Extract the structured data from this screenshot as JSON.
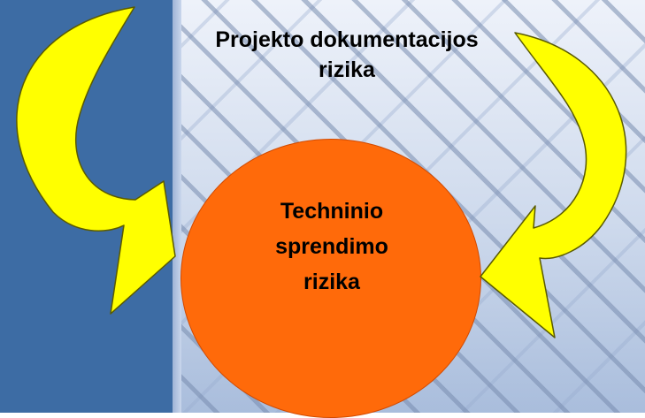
{
  "diagram": {
    "title_lines": [
      "Projekto dokumentacijos",
      "rizika"
    ],
    "center_lines": [
      "Techninio",
      "sprendimo",
      "rizika"
    ]
  },
  "colors": {
    "left_panel": "#3d6ca4",
    "circle_fill": "#ff6a0a",
    "arrow_fill": "#ffff00",
    "arrow_stroke": "#5a5a00"
  },
  "icons": {
    "left_arrow": "curved-arrow-clockwise-icon",
    "right_arrow": "curved-arrow-counterclockwise-icon"
  }
}
